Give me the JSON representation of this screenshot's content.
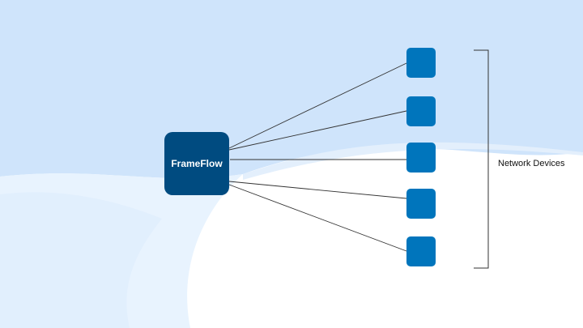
{
  "central_node": {
    "label": "FrameFlow",
    "color": "#004b80"
  },
  "devices": [
    {
      "id": 1,
      "color": "#0075bc"
    },
    {
      "id": 2,
      "color": "#0075bc"
    },
    {
      "id": 3,
      "color": "#0075bc"
    },
    {
      "id": 4,
      "color": "#0075bc"
    },
    {
      "id": 5,
      "color": "#0075bc"
    }
  ],
  "group_label": "Network Devices",
  "background_color": "#cfe4fb"
}
